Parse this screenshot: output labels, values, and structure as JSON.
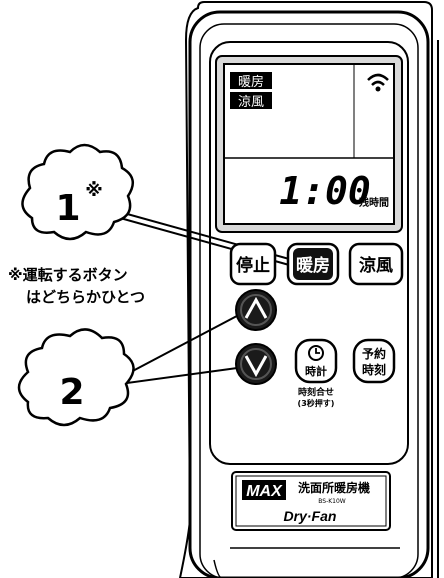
{
  "lcd": {
    "mode_heat": "暖房",
    "mode_cool": "涼風",
    "time": "1:00",
    "remaining_label": "残時間",
    "signal_icon": "signal-icon"
  },
  "buttons": {
    "stop": "停止",
    "heat": "暖房",
    "cool": "涼風",
    "clock_line1": "時計",
    "reserve_line1": "予約",
    "reserve_line2": "時刻",
    "clock_set_line1": "時刻合せ",
    "clock_set_line2": "(3秒押す)"
  },
  "callouts": {
    "label1": "1",
    "label1_mark": "※",
    "label2": "2",
    "note_line1": "※運転するボタン",
    "note_line2": "はどちらかひとつ"
  },
  "brand": {
    "logo": "MAX",
    "product_name": "洗面所暖房機",
    "model": "BS-K10W",
    "series": "Dry·Fan"
  }
}
